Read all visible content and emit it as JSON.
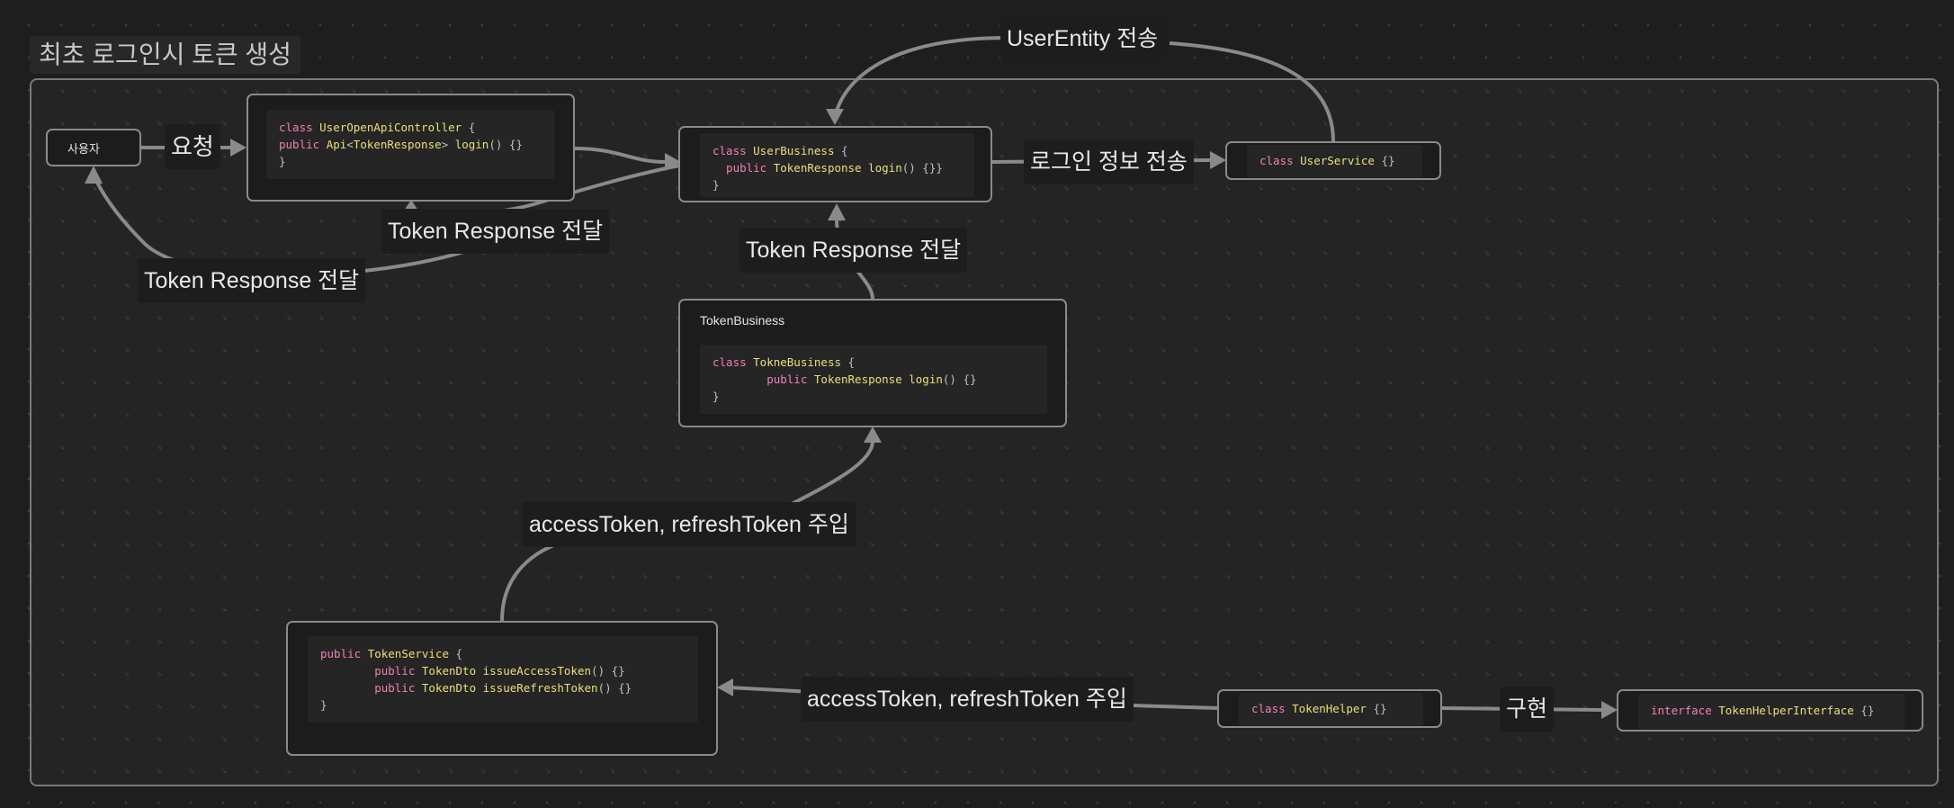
{
  "group": {
    "title": "최초 로그인시 토큰 생성"
  },
  "nodes": {
    "user": {
      "label": "사용자"
    },
    "controller": {
      "lines": [
        [
          {
            "t": "class ",
            "c": "kw"
          },
          {
            "t": "UserOpenApiController ",
            "c": "ty"
          },
          {
            "t": "{",
            "c": "pn"
          }
        ],
        [
          {
            "t": "public ",
            "c": "kw"
          },
          {
            "t": "Api",
            "c": "ty"
          },
          {
            "t": "<",
            "c": "pn"
          },
          {
            "t": "TokenResponse",
            "c": "ty"
          },
          {
            "t": "> ",
            "c": "pn"
          },
          {
            "t": "login",
            "c": "ty"
          },
          {
            "t": "() {}",
            "c": "pn"
          }
        ],
        [
          {
            "t": "}",
            "c": "pn"
          }
        ]
      ]
    },
    "user_business": {
      "lines": [
        [
          {
            "t": "class ",
            "c": "kw"
          },
          {
            "t": "UserBusiness ",
            "c": "ty"
          },
          {
            "t": "{",
            "c": "pn"
          }
        ],
        [
          {
            "t": "  public ",
            "c": "kw"
          },
          {
            "t": "TokenResponse ",
            "c": "ty"
          },
          {
            "t": "login",
            "c": "ty"
          },
          {
            "t": "() {}}",
            "c": "pn"
          }
        ],
        [
          {
            "t": "}",
            "c": "pn"
          }
        ]
      ]
    },
    "user_service": {
      "lines": [
        [
          {
            "t": "class ",
            "c": "kw"
          },
          {
            "t": "UserService ",
            "c": "ty"
          },
          {
            "t": "{}",
            "c": "pn"
          }
        ]
      ]
    },
    "token_business": {
      "title": "TokenBusiness",
      "lines": [
        [
          {
            "t": "class ",
            "c": "kw"
          },
          {
            "t": "TokneBusiness ",
            "c": "ty"
          },
          {
            "t": "{",
            "c": "pn"
          }
        ],
        [
          {
            "t": "        public ",
            "c": "kw"
          },
          {
            "t": "TokenResponse ",
            "c": "ty"
          },
          {
            "t": "login",
            "c": "ty"
          },
          {
            "t": "() {}",
            "c": "pn"
          }
        ],
        [
          {
            "t": "}",
            "c": "pn"
          }
        ]
      ]
    },
    "token_service": {
      "lines": [
        [
          {
            "t": "public ",
            "c": "kw"
          },
          {
            "t": "TokenService ",
            "c": "ty"
          },
          {
            "t": "{",
            "c": "pn"
          }
        ],
        [
          {
            "t": "        public ",
            "c": "kw"
          },
          {
            "t": "TokenDto ",
            "c": "ty"
          },
          {
            "t": "issueAccessToken",
            "c": "ty"
          },
          {
            "t": "() {}",
            "c": "pn"
          }
        ],
        [
          {
            "t": "        public ",
            "c": "kw"
          },
          {
            "t": "TokenDto ",
            "c": "ty"
          },
          {
            "t": "issueRefreshToken",
            "c": "ty"
          },
          {
            "t": "() {}",
            "c": "pn"
          }
        ],
        [
          {
            "t": "}",
            "c": "pn"
          }
        ]
      ]
    },
    "token_helper": {
      "lines": [
        [
          {
            "t": "class ",
            "c": "kw"
          },
          {
            "t": "TokenHelper ",
            "c": "ty"
          },
          {
            "t": "{}",
            "c": "pn"
          }
        ]
      ]
    },
    "token_helper_interface": {
      "lines": [
        [
          {
            "t": "interface ",
            "c": "kw"
          },
          {
            "t": "TokenHelperInterface ",
            "c": "ty"
          },
          {
            "t": "{}",
            "c": "pn"
          }
        ]
      ]
    }
  },
  "edges": {
    "request": "요청",
    "token_response_to_user": "Token Response 전달",
    "token_response_to_controller": "Token Response 전달",
    "token_response_to_user_business": "Token Response 전달",
    "login_info": "로그인 정보 전송",
    "user_entity": "UserEntity 전송",
    "inject_to_token_business": "accessToken, refreshToken 주입",
    "inject_to_token_service": "accessToken, refreshToken 주입",
    "implements": "구현"
  },
  "colors": {
    "keyword": "#f37fb8",
    "type": "#e8e07a",
    "punct": "#c0c0c0",
    "edge": "#8a8a8a",
    "background": "#1e1e1e"
  }
}
